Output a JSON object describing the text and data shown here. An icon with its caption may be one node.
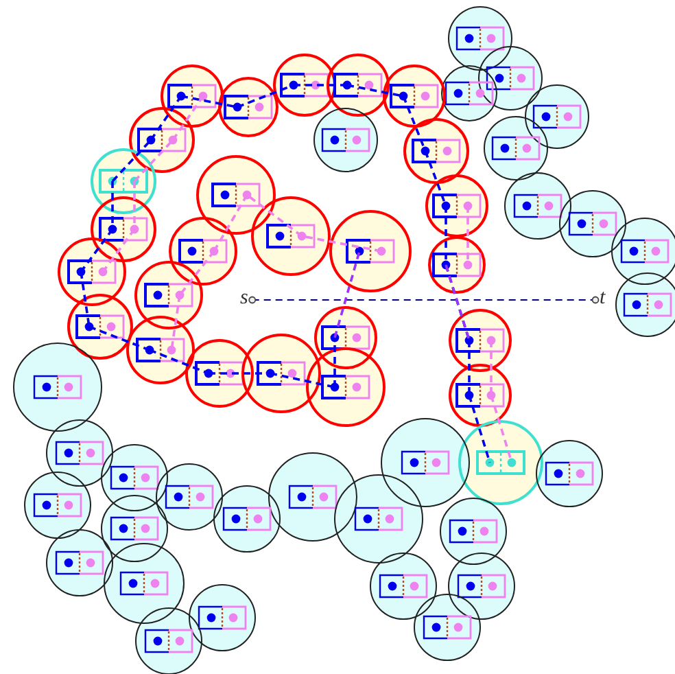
{
  "diagram": {
    "nodes": [
      {
        "text": [],
        "shape": "circle"
      },
      {
        "text": [],
        "shape": "circle"
      },
      {
        "text": [],
        "shape": "circle"
      },
      {
        "text": [],
        "shape": "circle"
      },
      {
        "text": [],
        "shape": "circle"
      },
      {
        "text": [],
        "shape": "circle"
      },
      {
        "text": [],
        "shape": "circle"
      },
      {
        "text": [],
        "shape": "circle"
      },
      {
        "text": [],
        "shape": "circle"
      },
      {
        "text": [],
        "shape": "circle"
      },
      {
        "text": [],
        "shape": "circle"
      },
      {
        "text": [],
        "shape": "circle"
      },
      {
        "text": [],
        "shape": "circle"
      },
      {
        "text": [],
        "shape": "circle"
      },
      {
        "text": [],
        "shape": "circle"
      },
      {
        "text": [],
        "shape": "circle"
      },
      {
        "text": [],
        "shape": "circle"
      },
      {
        "text": [],
        "shape": "circle"
      },
      {
        "text": [],
        "shape": "circle"
      },
      {
        "text": [],
        "shape": "circle"
      },
      {
        "text": [],
        "shape": "circle"
      },
      {
        "text": [],
        "shape": "circle"
      },
      {
        "text": [],
        "shape": "circle"
      },
      {
        "text": [],
        "shape": "circle"
      },
      {
        "text": [],
        "shape": "circle"
      },
      {
        "text": [
          "s"
        ]
      },
      {
        "text": [
          "t"
        ]
      },
      {
        "text": [],
        "shape": "circle"
      },
      {
        "text": [],
        "shape": "circle"
      },
      {
        "text": [],
        "shape": "circle"
      },
      {
        "text": [],
        "shape": "circle"
      },
      {
        "text": [],
        "shape": "circle"
      },
      {
        "text": [],
        "shape": "circle"
      },
      {
        "text": [],
        "shape": "circle"
      },
      {
        "text": [],
        "shape": "circle"
      },
      {
        "text": [],
        "shape": "circle"
      },
      {
        "text": [],
        "shape": "circle"
      },
      {
        "text": [],
        "shape": "circle"
      },
      {
        "text": [],
        "shape": "circle"
      },
      {
        "text": [],
        "shape": "circle"
      },
      {
        "text": [],
        "shape": "circle"
      },
      {
        "text": [],
        "shape": "circle"
      },
      {
        "text": [],
        "shape": "circle"
      },
      {
        "text": [],
        "shape": "circle"
      },
      {
        "text": [],
        "shape": "circle"
      },
      {
        "text": [],
        "shape": "circle"
      },
      {
        "text": [],
        "shape": "circle"
      },
      {
        "text": [],
        "shape": "circle"
      },
      {
        "text": [],
        "shape": "circle"
      },
      {
        "text": [],
        "shape": "circle"
      },
      {
        "text": [],
        "shape": "circle"
      },
      {
        "text": [],
        "shape": "circle"
      },
      {
        "text": [],
        "shape": "circle"
      },
      {
        "text": [],
        "shape": "circle"
      },
      {
        "text": [],
        "shape": "circle"
      },
      {
        "text": [],
        "shape": "circle"
      },
      {
        "text": [],
        "shape": "circle"
      }
    ],
    "edges": [
      {
        "from": 25,
        "to": 26,
        "arrow": "other",
        "style": "dashed",
        "color": "#000080"
      },
      {
        "from": 13,
        "to": 9,
        "arrow": "none",
        "style": "dashed"
      },
      {
        "from": 9,
        "to": 5,
        "arrow": "none",
        "style": "dashed"
      },
      {
        "from": 5,
        "to": 7,
        "arrow": "none",
        "style": "dashed"
      },
      {
        "from": 7,
        "to": 2,
        "arrow": "none",
        "style": "dashed"
      },
      {
        "from": 2,
        "to": 3,
        "arrow": "none",
        "style": "dashed"
      },
      {
        "from": 3,
        "to": 6,
        "arrow": "none",
        "style": "dashed"
      },
      {
        "from": 6,
        "to": 12,
        "arrow": "none",
        "style": "dashed"
      },
      {
        "from": 12,
        "to": 15,
        "arrow": "none",
        "style": "dashed"
      },
      {
        "from": 15,
        "to": 24,
        "arrow": "none",
        "style": "dashed"
      },
      {
        "from": 24,
        "to": 31,
        "arrow": "none",
        "style": "dashed"
      },
      {
        "from": 31,
        "to": 37,
        "arrow": "none",
        "style": "dashed"
      },
      {
        "from": 37,
        "to": 39,
        "arrow": "none",
        "style": "dashed"
      },
      {
        "from": 13,
        "to": 18,
        "arrow": "none",
        "style": "dashed"
      },
      {
        "from": 18,
        "to": 23,
        "arrow": "none",
        "style": "dashed"
      },
      {
        "from": 23,
        "to": 30,
        "arrow": "none",
        "style": "dashed"
      },
      {
        "from": 30,
        "to": 32,
        "arrow": "none",
        "style": "dashed"
      },
      {
        "from": 32,
        "to": 33,
        "arrow": "none",
        "style": "dashed"
      },
      {
        "from": 33,
        "to": 34,
        "arrow": "none",
        "style": "dashed"
      },
      {
        "from": 34,
        "to": 36,
        "arrow": "none",
        "style": "dashed"
      },
      {
        "from": 36,
        "to": 29,
        "arrow": "none",
        "style": "dashed"
      },
      {
        "from": 29,
        "to": 20,
        "arrow": "none",
        "style": "dashed",
        "color": "#9933ff"
      },
      {
        "from": 24,
        "to": 31,
        "arrow": "none",
        "style": "dashed",
        "color": "#9933ff"
      },
      {
        "from": 13,
        "to": 9,
        "arrow": "none",
        "style": "dashed",
        "color": "#ee82ee"
      },
      {
        "from": 9,
        "to": 5,
        "arrow": "none",
        "style": "dashed",
        "color": "#ee82ee"
      },
      {
        "from": 13,
        "to": 18,
        "arrow": "none",
        "style": "dashed",
        "color": "#ee82ee"
      },
      {
        "from": 18,
        "to": 23,
        "arrow": "none",
        "style": "dashed",
        "color": "#ee82ee"
      },
      {
        "from": 20,
        "to": 19,
        "arrow": "none",
        "style": "dashed",
        "color": "#ee82ee"
      },
      {
        "from": 19,
        "to": 14,
        "arrow": "none",
        "style": "dashed",
        "color": "#ee82ee"
      },
      {
        "from": 14,
        "to": 21,
        "arrow": "none",
        "style": "dashed",
        "color": "#ee82ee"
      },
      {
        "from": 21,
        "to": 27,
        "arrow": "none",
        "style": "dashed",
        "color": "#ee82ee"
      },
      {
        "from": 27,
        "to": 32,
        "arrow": "none",
        "style": "dashed",
        "color": "#ee82ee"
      },
      {
        "from": 15,
        "to": 24,
        "arrow": "none",
        "style": "dashed",
        "color": "#ee82ee"
      },
      {
        "from": 31,
        "to": 37,
        "arrow": "none",
        "style": "dashed",
        "color": "#ee82ee"
      },
      {
        "from": 37,
        "to": 39,
        "arrow": "none",
        "style": "dashed",
        "color": "#ee82ee"
      }
    ]
  }
}
